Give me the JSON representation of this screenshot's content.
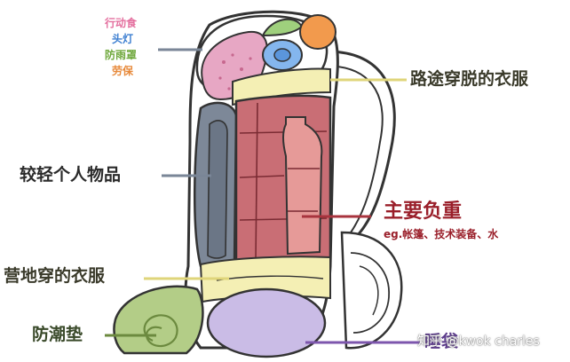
{
  "colors": {
    "snack": "#e4709f",
    "headlamp": "#3d7fd1",
    "raingear": "#6fa83c",
    "gloves": "#e7893a",
    "outline": "#333333",
    "leftpanel": "#6b7686",
    "mainload": "#c5666d",
    "bottle": "#d98a88",
    "yellowband": "#f4efb4",
    "sleepbag": "#c6b8e3",
    "mat": "#a6c278",
    "leaderYellow": "#dfd57a",
    "leaderGray": "#7a8697",
    "leaderRed": "#a8343e",
    "leaderPurple": "#7d56ad",
    "leaderGreen": "#6c8a3f",
    "textDark": "#2a2a2a",
    "textRed": "#9a1f2a",
    "textYellowDark": "#3a3a2a"
  },
  "labels": {
    "snack": "行动食",
    "headlamp": "头灯",
    "raingear": "防雨罩",
    "gloves": "劳保",
    "travel_clothes": "路途穿脱的衣服",
    "light_items": "较轻个人物品",
    "main_load": "主要负重",
    "main_load_eg": "eg.帐篷、技术装备、水",
    "camp_clothes": "营地穿的衣服",
    "mat": "防潮垫",
    "sleepbag": "睡袋"
  },
  "watermark": "知乎 @kwok charles"
}
